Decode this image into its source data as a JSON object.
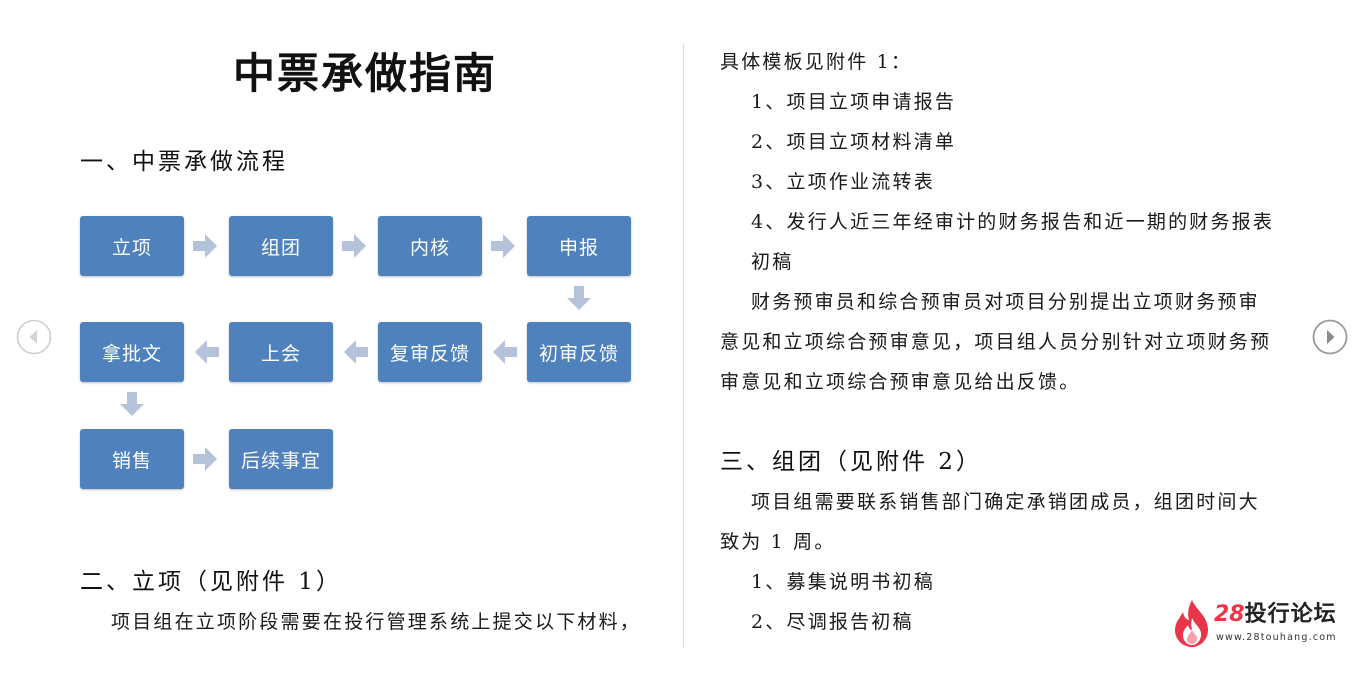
{
  "title": "中票承做指南",
  "left_page": {
    "section1_heading": "一、中票承做流程",
    "flow_steps": [
      "立项",
      "组团",
      "内核",
      "申报",
      "初审反馈",
      "复审反馈",
      "上会",
      "拿批文",
      "销售",
      "后续事宜"
    ],
    "section2_heading": "二、立项（见附件 1）",
    "section2_text": "项目组在立项阶段需要在投行管理系统上提交以下材料，"
  },
  "right_page": {
    "intro": "具体模板见附件 1：",
    "items": [
      "1、项目立项申请报告",
      "2、项目立项材料清单",
      "3、立项作业流转表",
      "4、发行人近三年经审计的财务报告和近一期的财务报表",
      "初稿"
    ],
    "review_lines": [
      "财务预审员和综合预审员对项目分别提出立项财务预审",
      "意见和立项综合预审意见，项目组人员分别针对立项财务预",
      "审意见和立项综合预审意见给出反馈。"
    ],
    "section3_heading": "三、组团（见附件 2）",
    "section3_lines": [
      "项目组需要联系销售部门确定承销团成员，组团时间大",
      "致为 1 周。"
    ],
    "section3_items": [
      "1、募集说明书初稿",
      "2、尽调报告初稿"
    ]
  },
  "logo": {
    "number": "28",
    "name": "投行论坛",
    "url": "www.28touhang.com"
  },
  "icons": {
    "prev": "chevron-left-circle-icon",
    "next": "chevron-right-circle-icon",
    "logo": "flame-icon"
  },
  "colors": {
    "flow_box": "#4f81bd",
    "flow_arrow": "#b4c3d9",
    "logo_accent": "#e8354a"
  }
}
